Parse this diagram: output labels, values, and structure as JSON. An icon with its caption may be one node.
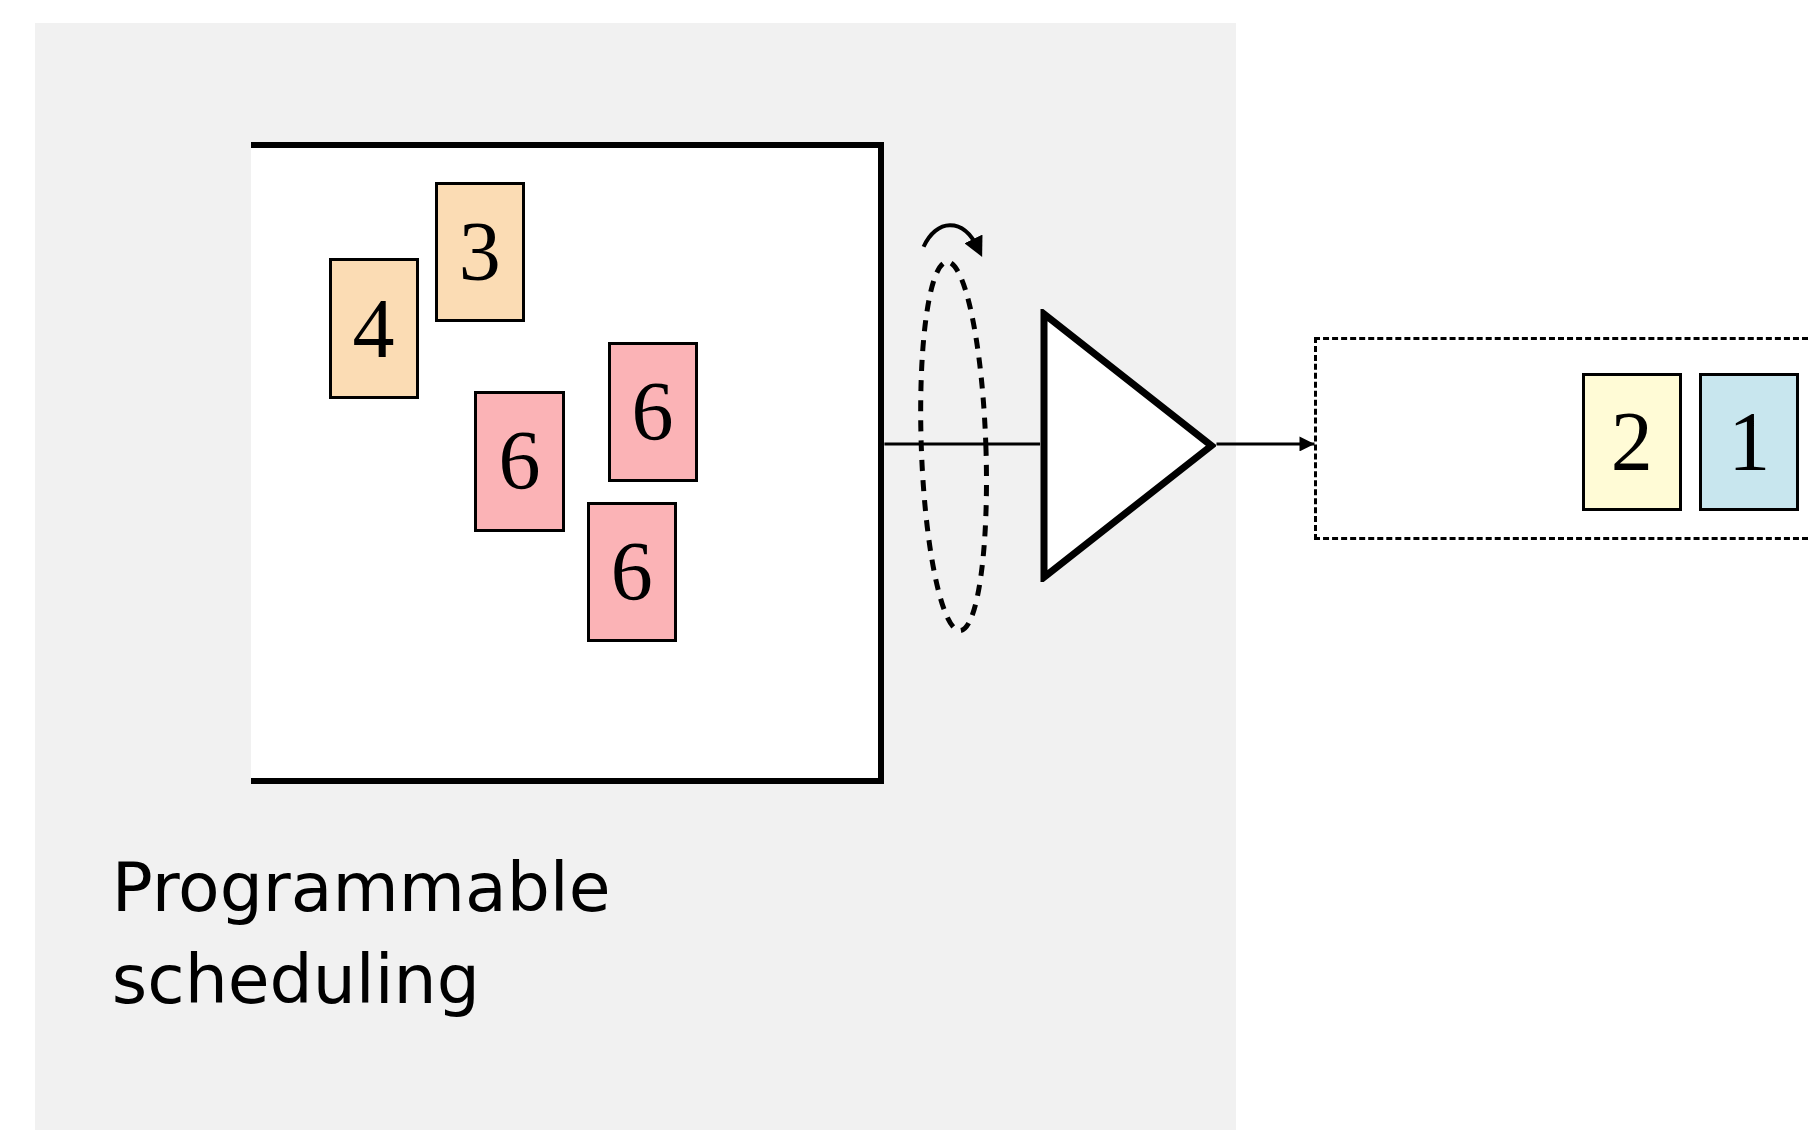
{
  "diagram": {
    "nodes": [
      {
        "text": [
          "Programmable scheduling"
        ]
      },
      {
        "text": [],
        "shape": "box",
        "in": 0
      },
      {
        "text": [
          "3"
        ],
        "in": 1
      },
      {
        "text": [
          "4"
        ],
        "in": 1
      },
      {
        "text": [
          "6"
        ],
        "in": 1
      },
      {
        "text": [
          "6"
        ],
        "in": 1
      },
      {
        "text": [
          "6"
        ],
        "in": 1
      },
      {
        "text": [],
        "shape": "triangle",
        "in": 0
      },
      {
        "text": [],
        "shape": "box"
      },
      {
        "text": [
          "2"
        ],
        "in": 8
      },
      {
        "text": [
          "1"
        ],
        "in": 8
      }
    ],
    "edges": [
      {
        "from": 1,
        "to": 7,
        "arrow": "none"
      },
      {
        "from": 7,
        "to": 8,
        "arrow": "to"
      }
    ]
  }
}
